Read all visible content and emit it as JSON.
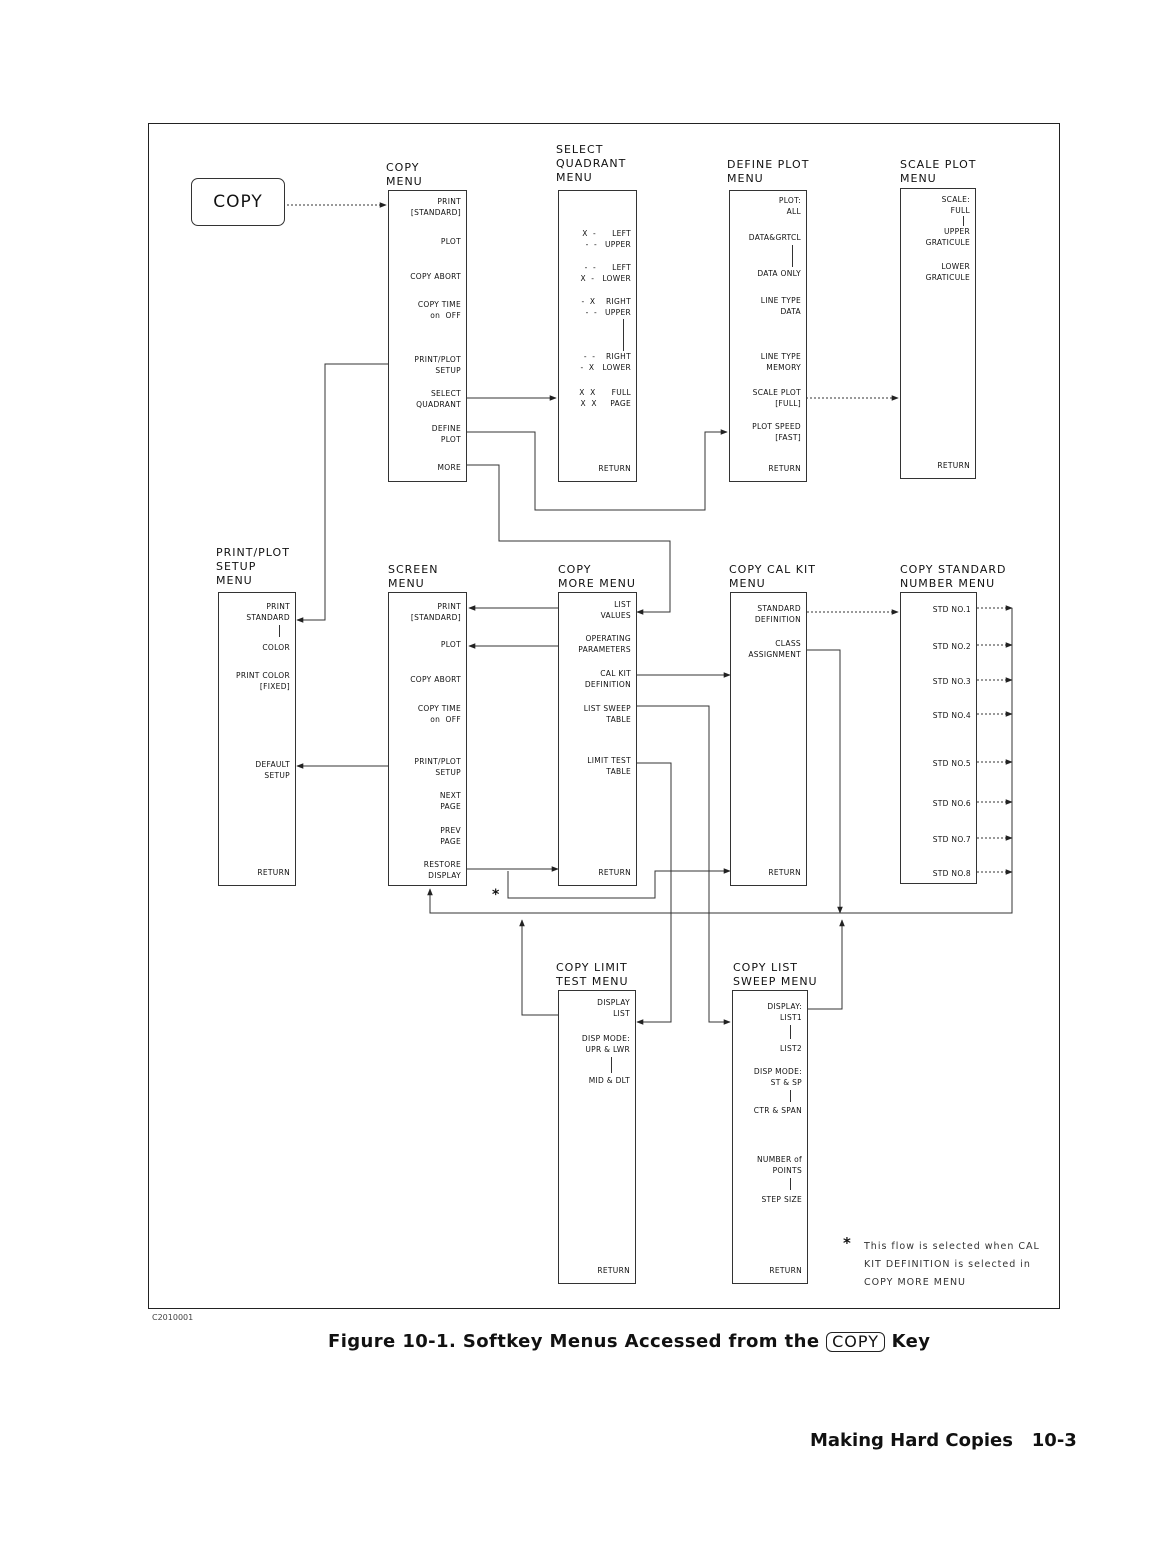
{
  "copy_key": {
    "label": "COPY"
  },
  "menus": {
    "copy": {
      "title": "COPY\nMENU",
      "keys": [
        "PRINT\n[STANDARD]",
        "PLOT",
        "COPY ABORT",
        "COPY TIME\non  OFF",
        "PRINT/PLOT\nSETUP",
        "SELECT\nQUADRANT",
        "DEFINE\nPLOT",
        "MORE"
      ]
    },
    "select_quadrant": {
      "title": "SELECT\nQUADRANT\nMENU",
      "keys": [
        "X  -      LEFT\n-  -   UPPER",
        "-  -      LEFT\nX  -   LOWER",
        "-  X    RIGHT\n-  -   UPPER",
        "-  -    RIGHT\n-  X   LOWER",
        "X  X      FULL\nX  X     PAGE"
      ],
      "return": "RETURN"
    },
    "define_plot": {
      "title": "DEFINE PLOT\nMENU",
      "keys": [
        "PLOT:\nALL",
        "DATA&GRTCL",
        "DATA ONLY",
        "LINE TYPE\nDATA",
        "LINE TYPE\nMEMORY",
        "SCALE PLOT\n[FULL]",
        "PLOT SPEED\n[FAST]"
      ],
      "return": "RETURN"
    },
    "scale_plot": {
      "title": "SCALE PLOT\nMENU",
      "keys": [
        "SCALE:\nFULL",
        "UPPER\nGRATICULE",
        "LOWER\nGRATICULE"
      ],
      "return": "RETURN"
    },
    "print_plot_setup": {
      "title": "PRINT/PLOT\nSETUP\nMENU",
      "keys": [
        "PRINT\nSTANDARD",
        "COLOR",
        "PRINT COLOR\n[FIXED]",
        "DEFAULT\nSETUP"
      ],
      "return": "RETURN"
    },
    "screen": {
      "title": "SCREEN\nMENU",
      "keys": [
        "PRINT\n[STANDARD]",
        "PLOT",
        "COPY ABORT",
        "COPY TIME\non  OFF",
        "PRINT/PLOT\nSETUP",
        "NEXT\nPAGE",
        "PREV\nPAGE",
        "RESTORE\nDISPLAY"
      ]
    },
    "copy_more": {
      "title": "COPY\nMORE MENU",
      "keys": [
        "LIST\nVALUES",
        "OPERATING\nPARAMETERS",
        "CAL KIT\nDEFINITION",
        "LIST SWEEP\nTABLE",
        "LIMIT TEST\nTABLE"
      ],
      "return": "RETURN"
    },
    "copy_cal_kit": {
      "title": "COPY CAL KIT\nMENU",
      "keys": [
        "STANDARD\nDEFINITION",
        "CLASS\nASSIGNMENT"
      ],
      "return": "RETURN"
    },
    "copy_standard_number": {
      "title": "COPY STANDARD\nNUMBER MENU",
      "keys": [
        "STD NO.1",
        "STD NO.2",
        "STD NO.3",
        "STD NO.4",
        "STD NO.5",
        "STD NO.6",
        "STD NO.7",
        "STD NO.8"
      ]
    },
    "copy_limit_test": {
      "title": "COPY LIMIT\nTEST MENU",
      "keys": [
        "DISPLAY\nLIST",
        "DISP MODE:\nUPR & LWR",
        "MID & DLT"
      ],
      "return": "RETURN"
    },
    "copy_list_sweep": {
      "title": "COPY LIST\nSWEEP MENU",
      "keys": [
        "DISPLAY:\nLIST1",
        "LIST2",
        "DISP MODE:\nST & SP",
        "CTR & SPAN",
        "NUMBER of\nPOINTS",
        "STEP SIZE"
      ],
      "return": "RETURN"
    }
  },
  "flow_star": "*",
  "note": {
    "star": "*",
    "text": "This flow is selected when CAL\nKIT DEFINITION is selected in\nCOPY MORE MENU"
  },
  "part_number": "C2010001",
  "caption": {
    "before": "Figure 10-1. Softkey Menus Accessed from the ",
    "key": "COPY",
    "after": " Key"
  },
  "footer": {
    "section": "Making Hard Copies",
    "page": "10-3"
  },
  "colors": {
    "ink": "#111111",
    "paper": "#ffffff"
  }
}
